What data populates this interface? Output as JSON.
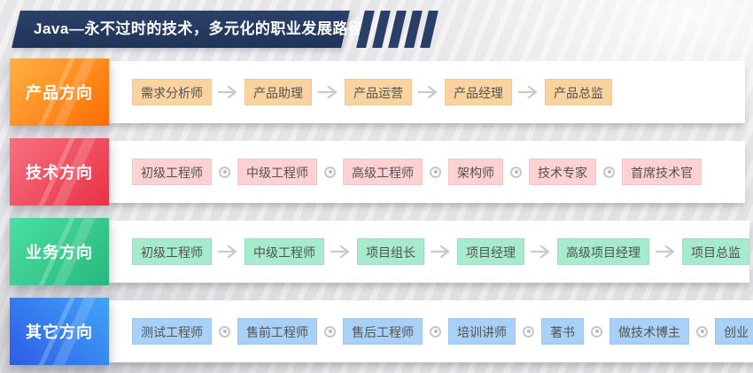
{
  "header": {
    "title": "Java—永不过时的技术，多元化的职业发展路径",
    "banner_color_top": "#2c4168",
    "banner_color_bottom": "#203459",
    "decor_bar_count": 5,
    "decor_bar_color": "#2a3f66"
  },
  "colors": {
    "separator_gray": "#c9c9c9",
    "chip_text": "#525252",
    "row_background": "#ffffff",
    "page_background": "#e9e9ec"
  },
  "rows": [
    {
      "label": "产品方向",
      "gradient_dir": "135deg",
      "gradient": [
        "#ffb144",
        "#ff6c00"
      ],
      "chip_bg": "#fbd3a0",
      "separator": "arrow",
      "steps": [
        "需求分析师",
        "产品助理",
        "产品运营",
        "产品经理",
        "产品总监"
      ]
    },
    {
      "label": "技术方向",
      "gradient_dir": "135deg",
      "gradient": [
        "#f7707f",
        "#e93245"
      ],
      "chip_bg": "#ffd1d3",
      "separator": "dot",
      "steps": [
        "初级工程师",
        "中级工程师",
        "高级工程师",
        "架构师",
        "技术专家",
        "首席技术官"
      ]
    },
    {
      "label": "业务方向",
      "gradient_dir": "135deg",
      "gradient": [
        "#4adfa4",
        "#29b77c"
      ],
      "chip_bg": "#a6ebce",
      "separator": "arrow",
      "steps": [
        "初级工程师",
        "中级工程师",
        "项目组长",
        "项目经理",
        "高级项目经理",
        "项目总监"
      ]
    },
    {
      "label": "其它方向",
      "gradient_dir": "45deg",
      "gradient": [
        "#2c5ce6",
        "#41a5f7"
      ],
      "chip_bg": "#a9d1f8",
      "separator": "dot",
      "steps": [
        "测试工程师",
        "售前工程师",
        "售后工程师",
        "培训讲师",
        "著书",
        "做技术博主",
        "创业"
      ]
    }
  ]
}
